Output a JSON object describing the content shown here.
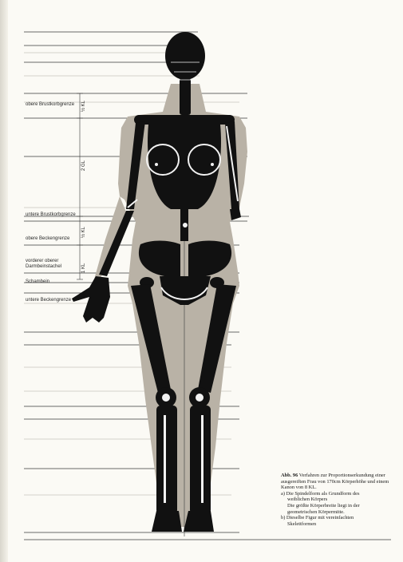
{
  "labels": {
    "upper_ribcage": "obere Brustkorbgrenze",
    "lower_ribcage": "untere Brustkorbgrenze",
    "upper_pelvis": "obere Beckengrenze",
    "iliac_spine_1": "vorderer oberer",
    "iliac_spine_2": "Darmbeinstachel",
    "pubic_bone": "Schambein",
    "lower_pelvis": "untere Beckengrenze"
  },
  "measures": {
    "half_kl_1": "½ KL",
    "two_gl": "2 GL",
    "half_kl_2": "½ KL",
    "one_kl": "1 KL"
  },
  "caption": {
    "figure_number": "Abb. 96",
    "intro": "Verfahren zur Proportionserkundung einer ausgereiften Frau von 170cm Körperhöhe und einem Kanon von 8 KL.",
    "item_a_1": "a) Die Spindelform als Grundform des",
    "item_a_2": "weiblichen Körpers",
    "item_a_3": "Die größte Körperbreite liegt in der",
    "item_a_4": "geometrischen Körpermitte.",
    "item_b_1": "b) Dieselbe Figur mit vereinfachten",
    "item_b_2": "Skelettformen"
  },
  "colors": {
    "paper": "#fbfaf5",
    "spindle": "#b9b2a6",
    "skeleton": "#111111",
    "bone_highlight": "#f2f2f2",
    "rule_line": "#3a3a3a"
  }
}
